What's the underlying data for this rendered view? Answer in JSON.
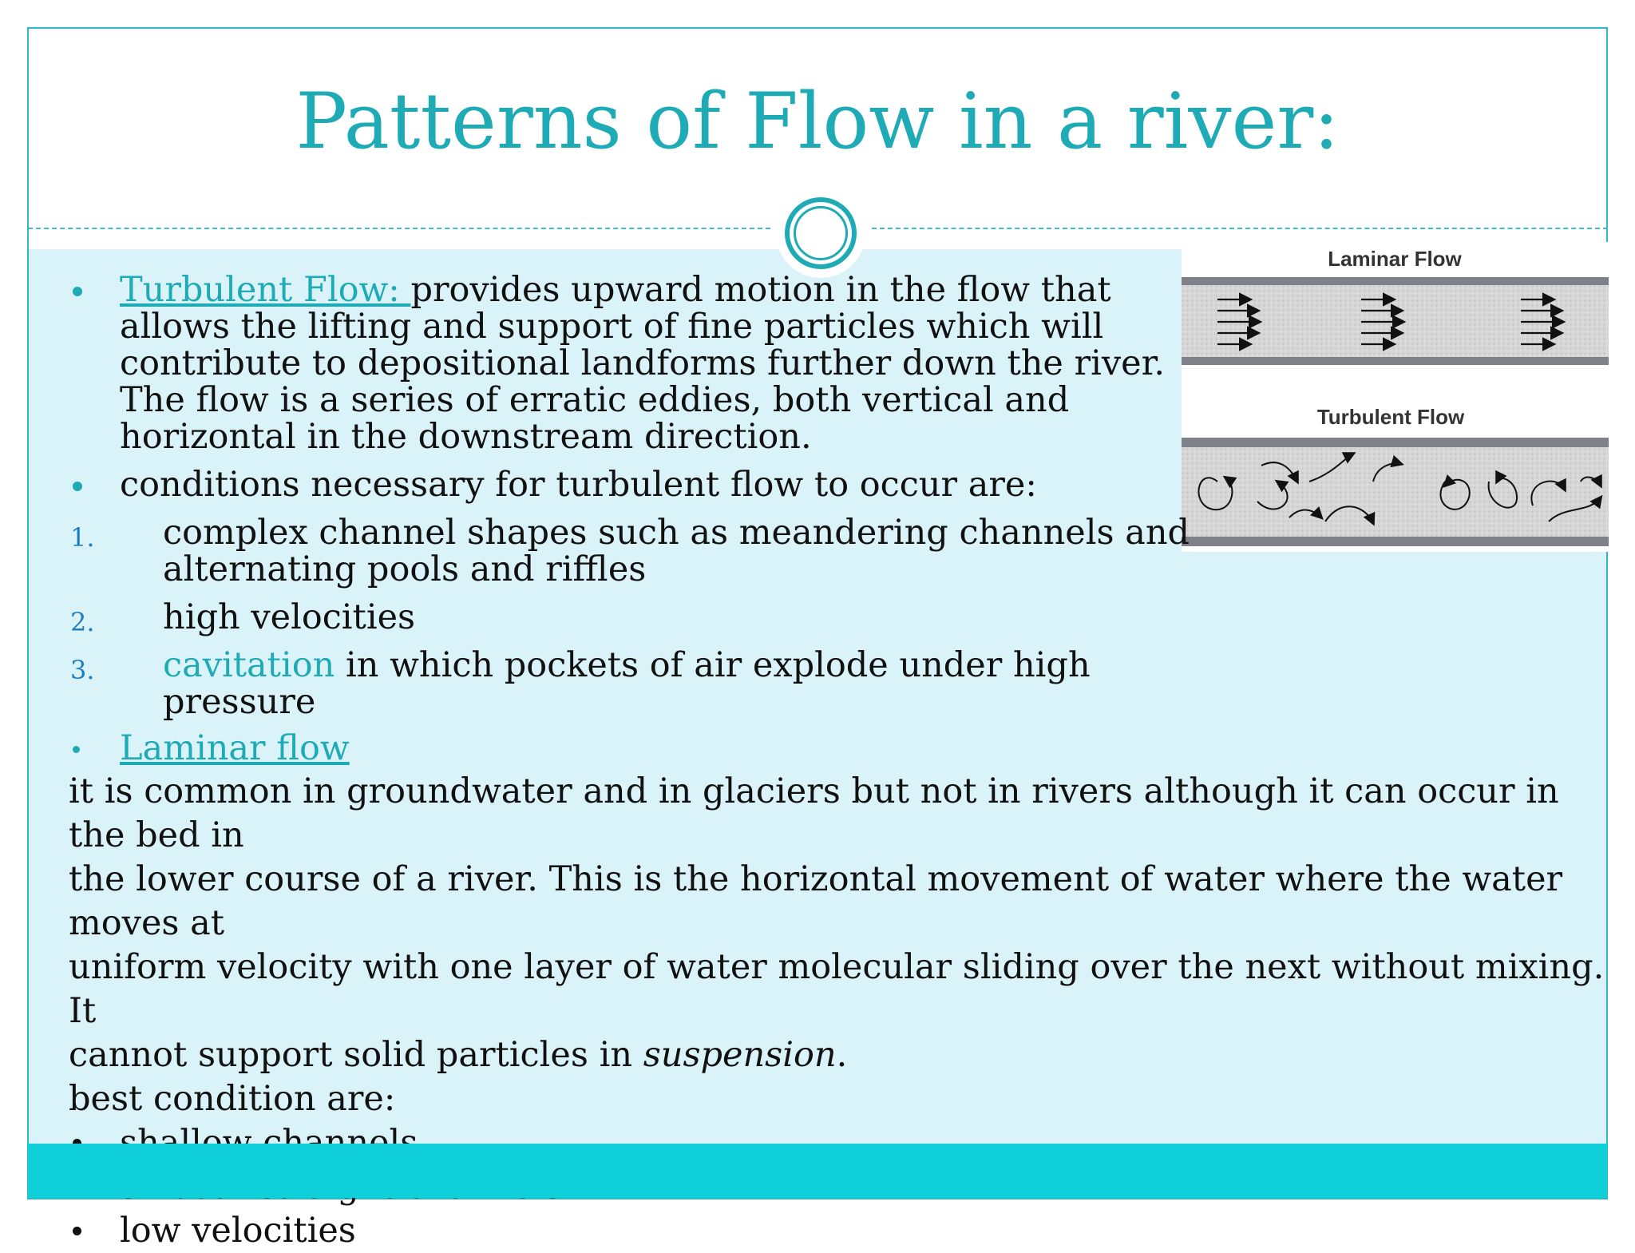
{
  "slide": {
    "title": "Patterns of Flow in a river:"
  },
  "figure": {
    "laminar_label": "Laminar Flow",
    "turbulent_label": "Turbulent Flow"
  },
  "turbulent": {
    "heading": "Turbulent Flow: ",
    "text_line1": "provides upward motion in the flow that",
    "text_rest": [
      "allows the lifting and support of fine particles which will",
      "contribute to depositional landforms further down the river.",
      "The flow is a series of erratic eddies, both vertical and",
      "horizontal in the downstream direction."
    ],
    "conditions_intro": "conditions necessary for turbulent flow to occur are:",
    "conditions": [
      {
        "num": "1.",
        "lines": [
          "complex channel shapes such as meandering channels and",
          "alternating pools and riffles"
        ]
      },
      {
        "num": "2.",
        "lines": [
          "high velocities"
        ]
      },
      {
        "num": "3.",
        "term": "cavitation",
        "lines": [
          " in which pockets of air explode under high",
          "pressure"
        ]
      }
    ]
  },
  "laminar": {
    "heading": "Laminar flow",
    "paragraph_lines": [
      "it is common in groundwater and in glaciers but not in rivers although it can occur in the bed in",
      "the lower course of a river. This is the horizontal movement of water where the water moves at",
      "uniform velocity with one layer of water molecular sliding over the next without mixing. It"
    ],
    "last_line_before": "cannot support solid particles in ",
    "last_line_italic": "suspension",
    "last_line_after": ".",
    "best_intro": "best condition are:",
    "best_conditions": [
      "shallow channels",
      "smooth straight channels",
      "low velocities"
    ]
  },
  "colors": {
    "accent": "#1eabb6",
    "content_bg": "#daf3f9",
    "footer": "#0fcfdb",
    "number": "#1e7fc0"
  }
}
